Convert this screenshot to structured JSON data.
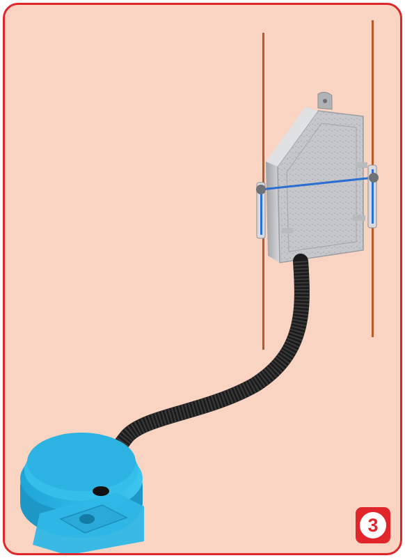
{
  "step": {
    "number": "3"
  },
  "illustration": {
    "objects": [
      "earth-rod-left",
      "earth-rod-right",
      "junction-box",
      "fixing-clamp",
      "corrugated-conduit",
      "pipe-base-fitting"
    ]
  },
  "colors": {
    "border": "#e0262b",
    "background": "#f9d4c2",
    "rod": "#b65a2c",
    "box": "#c7c9cc",
    "conduit": "#1c1c1c",
    "fitting": "#2fb7e6",
    "clamp": "#2a6fd1"
  }
}
